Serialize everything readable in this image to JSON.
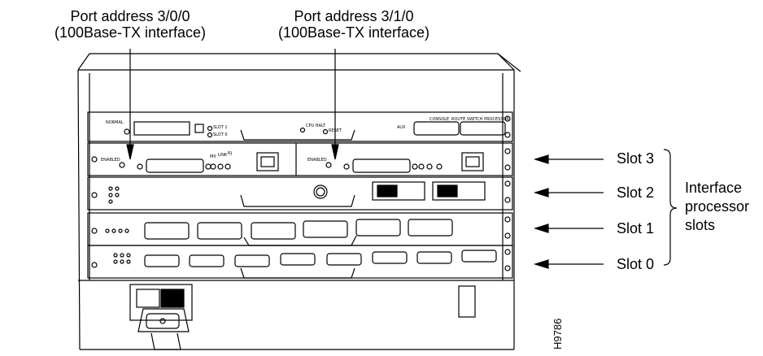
{
  "callouts": [
    {
      "line1": "Port address 3/0/0",
      "line2": "(100Base-TX interface)"
    },
    {
      "line1": "Port address 3/1/0",
      "line2": "(100Base-TX interface)"
    }
  ],
  "slots": [
    "Slot 3",
    "Slot 2",
    "Slot 1",
    "Slot 0"
  ],
  "bracket_label": [
    "Interface",
    "processor",
    "slots"
  ],
  "figure_code": "H9786",
  "panel_text": {
    "rsp": "ROUTE SWITCH PROCESSOR",
    "normal": "NORMAL",
    "slot1": "SLOT 1",
    "slot0": "SLOT 0",
    "cpu_halt": "CPU HALT",
    "reset": "RESET",
    "aux": "AUX",
    "console": "CONSOLE",
    "enabled": "ENABLED",
    "mii": "MII",
    "link": "LINK",
    "rj": "RJ"
  }
}
